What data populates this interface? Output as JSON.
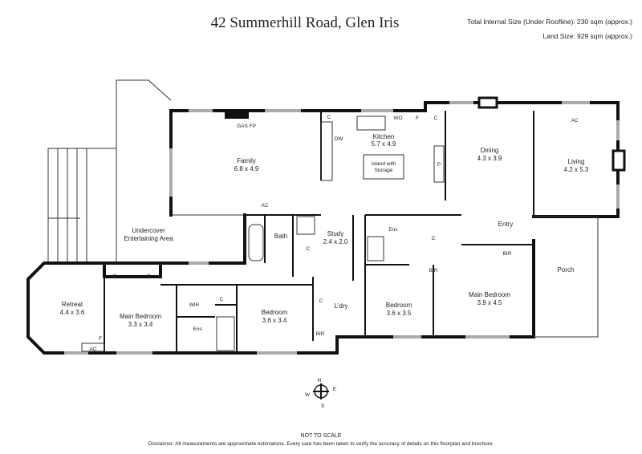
{
  "header": {
    "address": "42 Summerhill Road, Glen Iris",
    "internal_size": "Total Internal Size (Under Roofline): 230 sqm (approx.)",
    "land_size": "Land Size: 929 sqm (approx.)"
  },
  "rooms": {
    "family": {
      "name": "Family",
      "size": "6.8 x 4.9"
    },
    "kitchen": {
      "name": "Kitchen",
      "size": "5.7 x 4.9"
    },
    "island": {
      "line1": "Island with",
      "line2": "Storage"
    },
    "dining": {
      "name": "Dining",
      "size": "4.3 x 3.9"
    },
    "living": {
      "name": "Living",
      "size": "4.2 x 5.3"
    },
    "entertaining": {
      "line1": "Undercover",
      "line2": "Entertaining Area"
    },
    "bath": {
      "name": "Bath"
    },
    "study": {
      "name": "Study",
      "size": "2.4 x 2.0"
    },
    "entry": {
      "name": "Entry"
    },
    "porch": {
      "name": "Porch"
    },
    "retreat": {
      "name": "Retreat",
      "size": "4.4 x 3.6"
    },
    "main_bedroom_left": {
      "name": "Main Bedroom",
      "size": "3.3 x 3.4"
    },
    "bedroom_mid": {
      "name": "Bedroom",
      "size": "3.6 x 3.4"
    },
    "laundry": {
      "name": "L'dry"
    },
    "bedroom_right": {
      "name": "Bedroom",
      "size": "3.6 x 3.5"
    },
    "main_bedroom_right": {
      "name": "Main Bedroom",
      "size": "3.9 x 4.5"
    }
  },
  "fixtures": {
    "gas_fp": "GAS FP",
    "cupboard": "C",
    "wo": "WO",
    "fridge": "F",
    "pantry": "P",
    "dw": "DW",
    "ac": "AC",
    "ens": "Ens",
    "wir": "WIR",
    "bir": "BIR",
    "f": "F"
  },
  "compass": {
    "n": "N",
    "e": "E",
    "s": "S",
    "w": "W"
  },
  "footer": {
    "not_to_scale": "NOT TO SCALE",
    "disclaimer": "Disclaimer: All measurements are approximate estimations. Every care has been taken to verify the accuracy of details on this floorplan and brochure."
  }
}
